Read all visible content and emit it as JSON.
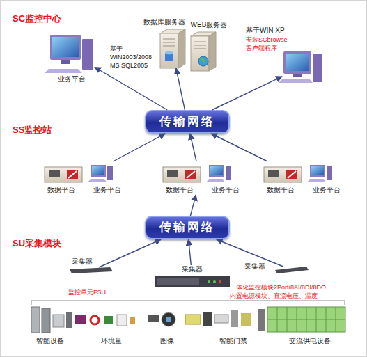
{
  "diagram": {
    "nodes": [
      {
        "text": [
          "业务平台"
        ]
      },
      {
        "text": [
          "数据库服务器"
        ]
      },
      {
        "text": [
          "WEB服务器"
        ]
      },
      {
        "text": [
          "基于WIN XP",
          "安装SCbrowse 客户端程序"
        ]
      },
      {
        "text": [
          "传输网络"
        ]
      },
      {
        "text": [
          "数据平台",
          "业务平台"
        ]
      },
      {
        "text": [
          "数据平台",
          "业务平台"
        ]
      },
      {
        "text": [
          "数据平台",
          "业务平台"
        ]
      },
      {
        "text": [
          "传输网络"
        ]
      },
      {
        "text": [
          "采集器"
        ]
      },
      {
        "text": [
          "采集器"
        ]
      },
      {
        "text": [
          "采集器"
        ]
      }
    ],
    "edges": [
      {
        "from": 4,
        "to": 0,
        "arrow": "to"
      },
      {
        "from": 4,
        "to": 1,
        "arrow": "to"
      },
      {
        "from": 4,
        "to": 3,
        "arrow": "to"
      },
      {
        "from": 5,
        "to": 4,
        "arrow": "to"
      },
      {
        "from": 6,
        "to": 4,
        "arrow": "to"
      },
      {
        "from": 7,
        "to": 4,
        "arrow": "to"
      },
      {
        "from": 8,
        "to": 6,
        "arrow": "to"
      },
      {
        "from": 9,
        "to": 8,
        "arrow": "to"
      },
      {
        "from": 10,
        "to": 8,
        "arrow": "to"
      },
      {
        "from": 11,
        "to": 8,
        "arrow": "to"
      }
    ],
    "labels": [
      "SC监控中心",
      "基于 WIN2003/2008 MS SQL2005",
      "SS监控站",
      "SU采集模块",
      "监控单元FSU",
      "一体化监控模块2Port/8AI/8DI/8DO",
      "内置电源模块、直流电压、温度",
      "智能设备",
      "环境量",
      "图像",
      "智能门禁",
      "交流供电设备"
    ]
  }
}
